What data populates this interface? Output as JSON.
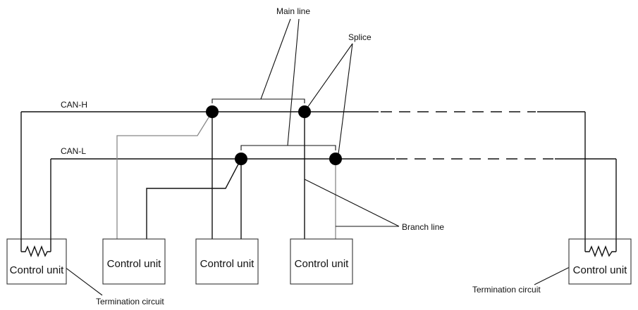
{
  "labels": {
    "main_line": "Main line",
    "splice": "Splice",
    "can_h": "CAN-H",
    "can_l": "CAN-L",
    "branch_line": "Branch line",
    "termination_left": "Termination circuit",
    "termination_right": "Termination circuit"
  },
  "control_units": [
    {
      "label": "Control unit"
    },
    {
      "label": "Control unit"
    },
    {
      "label": "Control unit"
    },
    {
      "label": "Control unit"
    },
    {
      "label": "Control unit"
    }
  ]
}
